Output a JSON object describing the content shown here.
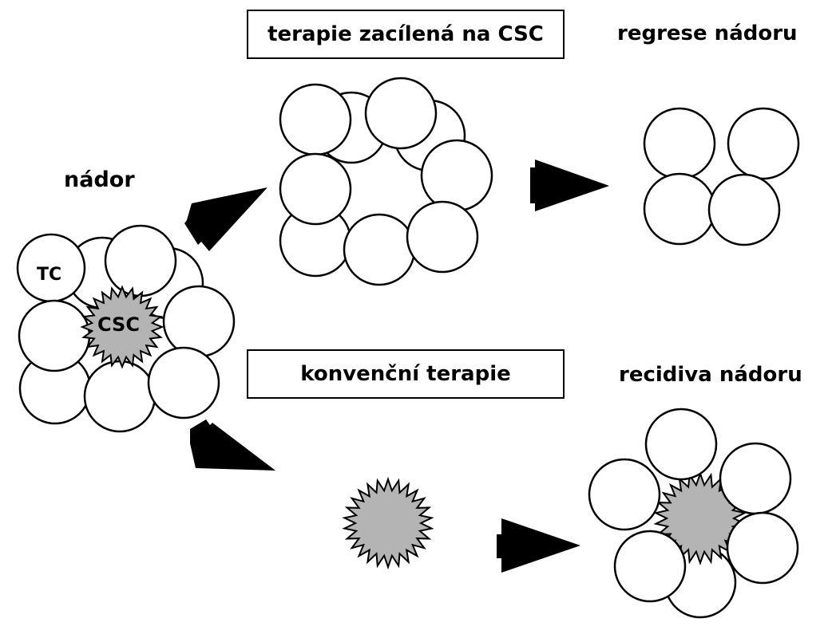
{
  "labels": {
    "targeted_therapy": "terapie zacílená na CSC",
    "tumor_regression": "regrese nádoru",
    "tumor": "nádor",
    "tc": "TC",
    "csc": "CSC",
    "conventional_therapy": "konvenční terapie",
    "tumor_recurrence": "recidiva nádoru"
  },
  "colors": {
    "cell_fill": "#ffffff",
    "stem_cell_fill": "#b4b4b4",
    "outline": "#000000",
    "arrow": "#000000"
  }
}
